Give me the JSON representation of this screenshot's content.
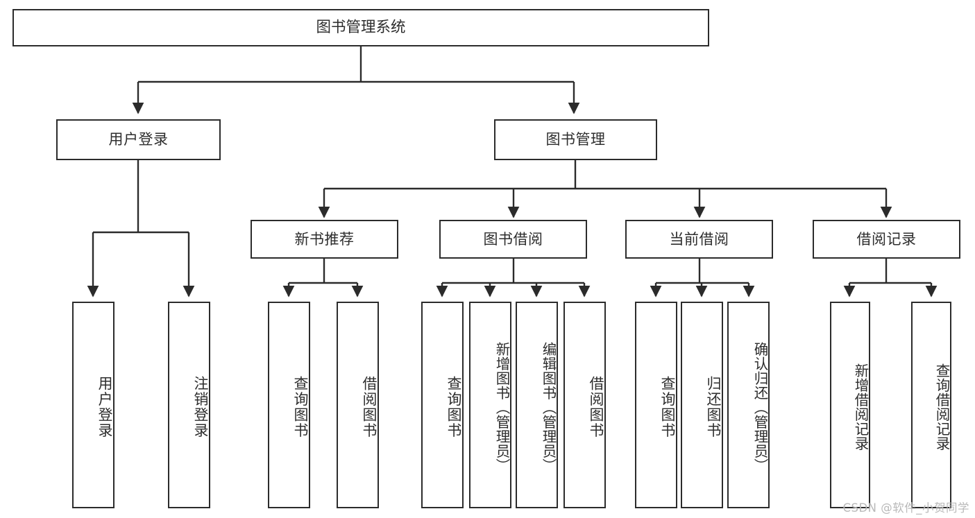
{
  "diagram": {
    "title": "图书管理系统",
    "watermark": "CSDN @软件_小贺同学",
    "stroke_color": "#2b2b2b",
    "fill_color": "#ffffff",
    "text_color": "#2d2d2d",
    "watermark_color": "#b9b9b9",
    "root": {
      "label": "图书管理系统"
    },
    "level2": [
      {
        "label": "用户登录"
      },
      {
        "label": "图书管理"
      }
    ],
    "level3": [
      {
        "label": "新书推荐"
      },
      {
        "label": "图书借阅"
      },
      {
        "label": "当前借阅"
      },
      {
        "label": "借阅记录"
      }
    ],
    "leaves": {
      "user_login": [
        {
          "label": "用户登录"
        },
        {
          "label": "注销登录"
        }
      ],
      "new_book_recommend": [
        {
          "label": "查询图书"
        },
        {
          "label": "借阅图书"
        }
      ],
      "book_borrow": [
        {
          "label": "查询图书"
        },
        {
          "label": "新增图书（管理员）"
        },
        {
          "label": "编辑图书（管理员）"
        },
        {
          "label": "借阅图书"
        }
      ],
      "current_borrow": [
        {
          "label": "查询图书"
        },
        {
          "label": "归还图书"
        },
        {
          "label": "确认归还（管理员）"
        }
      ],
      "borrow_record": [
        {
          "label": "新增借阅记录"
        },
        {
          "label": "查询借阅记录"
        }
      ]
    }
  }
}
